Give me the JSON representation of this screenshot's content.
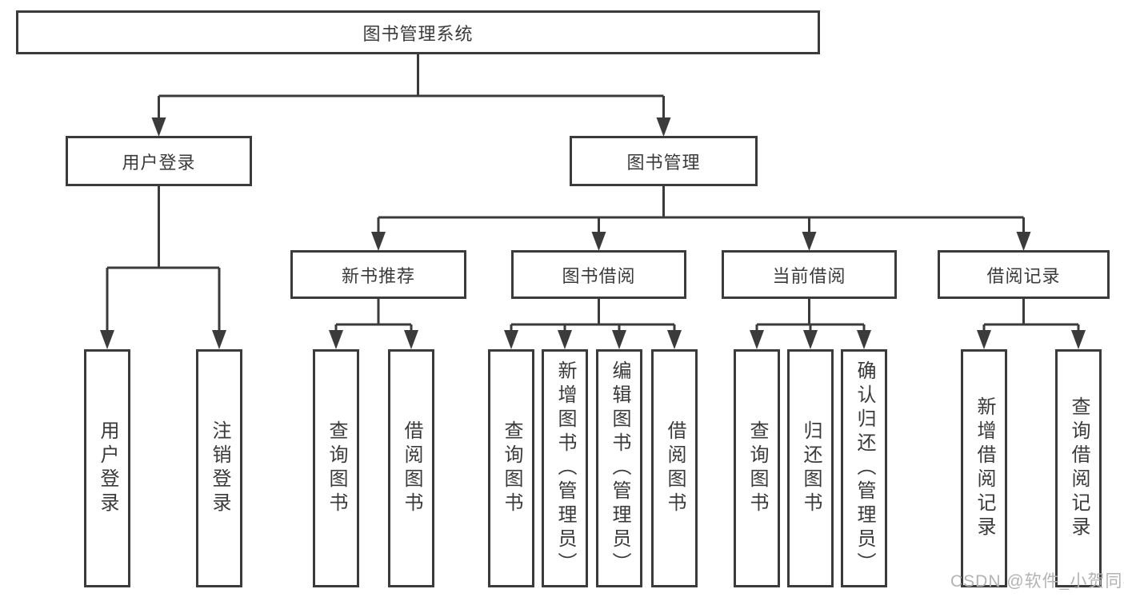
{
  "diagram_title": "图书管理系统",
  "tree": {
    "label": "图书管理系统",
    "children": [
      {
        "label": "用户登录",
        "children": [
          {
            "label": "用户登录"
          },
          {
            "label": "注销登录"
          }
        ]
      },
      {
        "label": "图书管理",
        "children": [
          {
            "label": "新书推荐",
            "children": [
              {
                "label": "查询图书"
              },
              {
                "label": "借阅图书"
              }
            ]
          },
          {
            "label": "图书借阅",
            "children": [
              {
                "label": "查询图书"
              },
              {
                "label": "新增图书（管理员）"
              },
              {
                "label": "编辑图书（管理员）"
              },
              {
                "label": "借阅图书"
              }
            ]
          },
          {
            "label": "当前借阅",
            "children": [
              {
                "label": "查询图书"
              },
              {
                "label": "归还图书"
              },
              {
                "label": "确认归还（管理员）"
              }
            ]
          },
          {
            "label": "借阅记录",
            "children": [
              {
                "label": "新增借阅记录"
              },
              {
                "label": "查询借阅记录"
              }
            ]
          }
        ]
      }
    ]
  },
  "watermark": "CSDN @软件_小贺同学",
  "colors": {
    "line": "#3b3b3b",
    "text": "#3a3a3a",
    "watermark": "#b3b3b3",
    "bg": "#ffffff"
  }
}
